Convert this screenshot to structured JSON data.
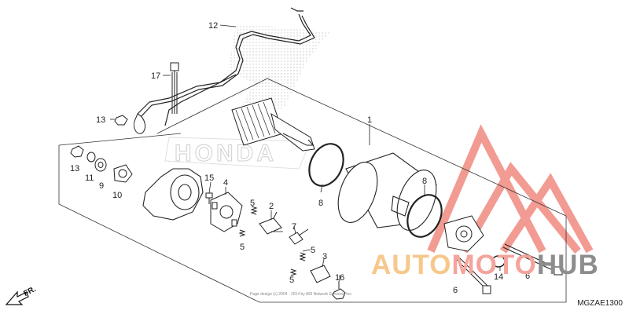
{
  "labels": {
    "p1": "1",
    "p2": "2",
    "p3": "3",
    "p4": "4",
    "p5a": "5",
    "p5b": "5",
    "p5c": "5",
    "p5d": "5",
    "p6a": "6",
    "p6b": "6",
    "p7": "7",
    "p8a": "8",
    "p8b": "8",
    "p9": "9",
    "p10": "10",
    "p11": "11",
    "p12": "12",
    "p13a": "13",
    "p13b": "13",
    "p14": "14",
    "p15": "15",
    "p16": "16",
    "p17": "17"
  },
  "diagram_code": "MGZAE1300",
  "direction_label": "FR.",
  "copyright": "Page design (c) 2004 - 2014 by ARI Network Services, Inc.",
  "watermark": {
    "part1": "AUTO",
    "part2": "MOTO",
    "part3": "HUB"
  },
  "background_logo": "HONDA",
  "colors": {
    "watermark_red": "#f08a80",
    "watermark_orange": "#f5b879",
    "watermark_gray": "#8d8d8d",
    "line": "#222222"
  }
}
